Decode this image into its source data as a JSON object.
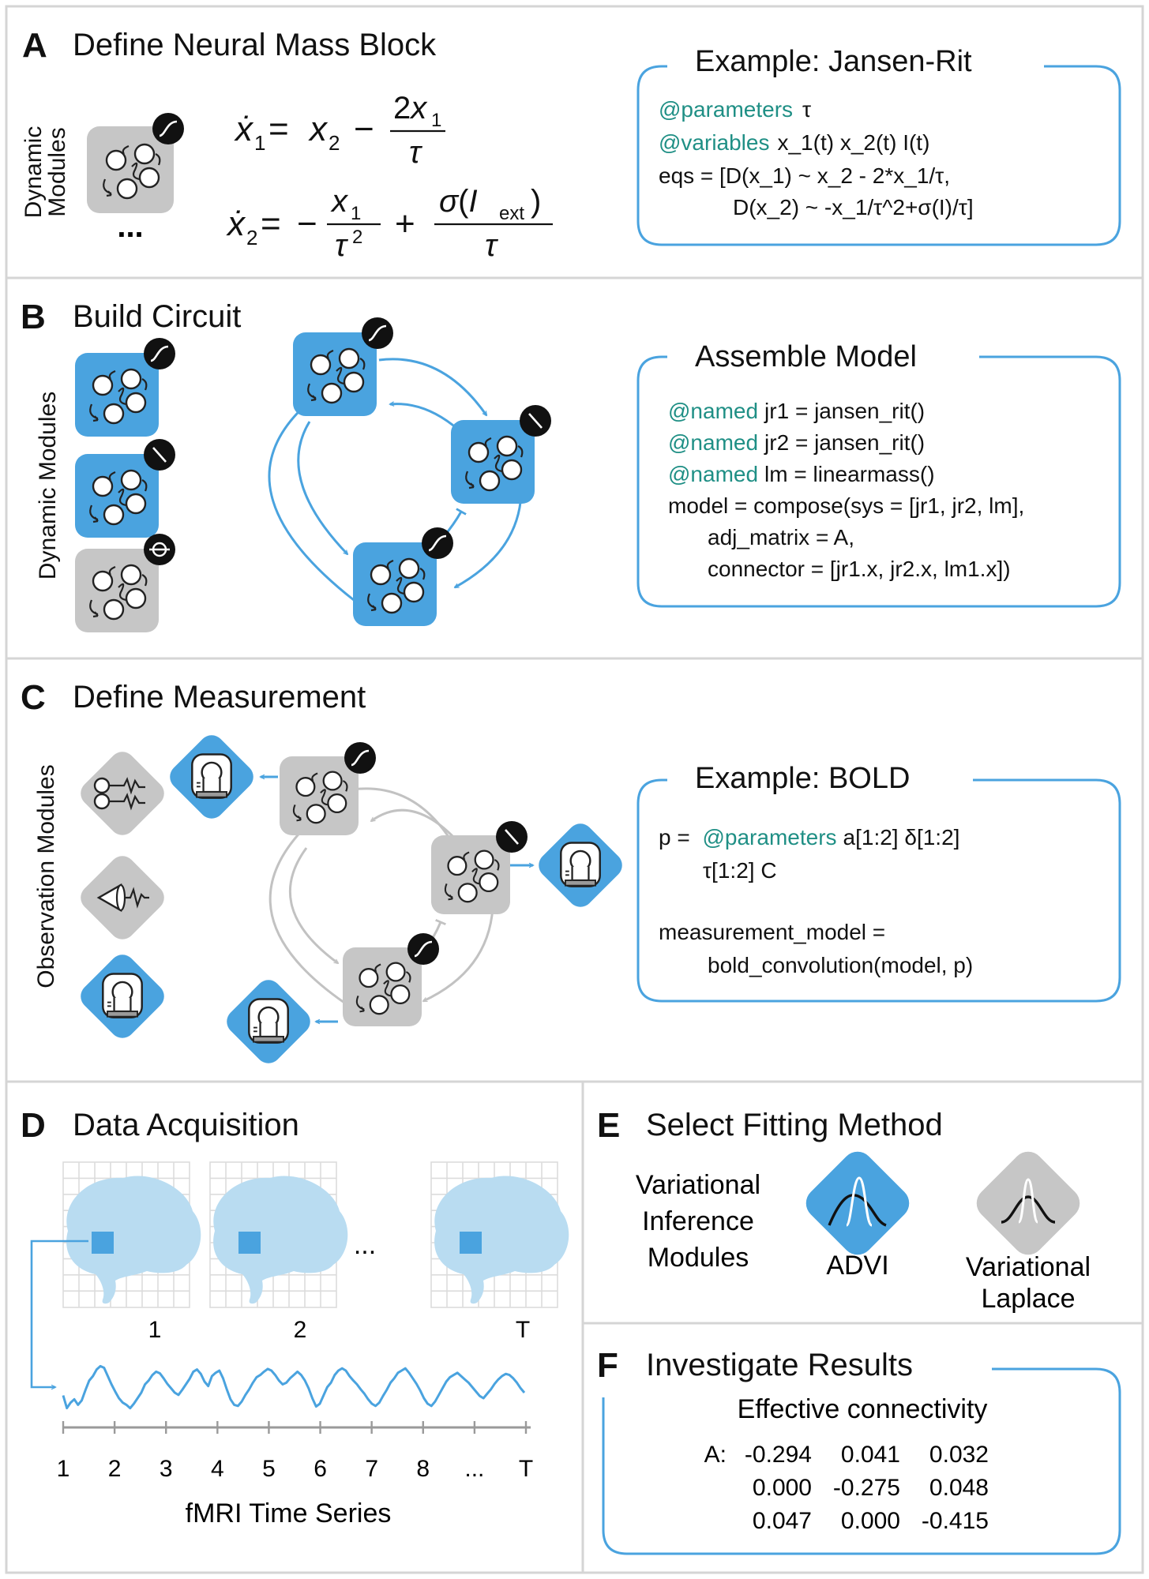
{
  "colors": {
    "blue": "#4aa3df",
    "gray": "#c6c6c6",
    "light_blue": "#b9dcf1",
    "border": "#d5d5d5",
    "teal": "#1f8f85"
  },
  "panel_a": {
    "letter": "A",
    "title": "Define Neural Mass Block",
    "side_label": "Dynamic Modules",
    "side_label_line1": "Dynamic",
    "side_label_line2": "Modules",
    "ellipsis": "...",
    "box_title": "Example: Jansen-Rit",
    "code": {
      "l1_kw": "@parameters",
      "l1_rest": "τ",
      "l2_kw": "@variables",
      "l2_rest": "x_1(t) x_2(t) I(t)",
      "l3": "eqs = [D(x_1) ~ x_2 - 2*x_1/τ,",
      "l4": "D(x_2) ~ -x_1/τ^2+σ(I)/τ]"
    }
  },
  "panel_b": {
    "letter": "B",
    "title": "Build Circuit",
    "side_label": "Dynamic Modules",
    "box_title": "Assemble Model",
    "code": {
      "l1_kw": "@named",
      "l1_rest": "jr1 = jansen_rit()",
      "l2_kw": "@named",
      "l2_rest": "jr2 = jansen_rit()",
      "l3_kw": "@named",
      "l3_rest": "lm = linearmass()",
      "l4": "model = compose(sys = [jr1, jr2, lm],",
      "l5": "adj_matrix = A,",
      "l6": "connector = [jr1.x, jr2.x, lm1.x])"
    }
  },
  "panel_c": {
    "letter": "C",
    "title": "Define Measurement",
    "side_label": "Observation Modules",
    "box_title": "Example: BOLD",
    "code": {
      "l1_pre": "p = ",
      "l1_kw": "@parameters",
      "l1_rest": "a[1:2] δ[1:2]",
      "l2": "τ[1:2] C",
      "l3": "measurement_model =",
      "l4": "bold_convolution(model, p)"
    }
  },
  "panel_d": {
    "letter": "D",
    "title": "Data Acquisition",
    "frame_labels": [
      "1",
      "2",
      "T"
    ],
    "frames_ellipsis": "...",
    "axis_ticks": [
      "1",
      "2",
      "3",
      "4",
      "5",
      "6",
      "7",
      "8",
      "...",
      "T"
    ],
    "axis_label": "fMRI Time Series",
    "series": [
      0.35,
      0.12,
      0.22,
      0.28,
      0.18,
      0.26,
      0.45,
      0.62,
      0.7,
      0.82,
      0.88,
      0.85,
      0.7,
      0.55,
      0.42,
      0.3,
      0.22,
      0.18,
      0.12,
      0.2,
      0.3,
      0.4,
      0.55,
      0.62,
      0.72,
      0.78,
      0.75,
      0.66,
      0.56,
      0.48,
      0.4,
      0.36,
      0.45,
      0.55,
      0.65,
      0.78,
      0.82,
      0.74,
      0.6,
      0.52,
      0.7,
      0.76,
      0.8,
      0.66,
      0.46,
      0.28,
      0.18,
      0.16,
      0.24,
      0.36,
      0.46,
      0.58,
      0.68,
      0.72,
      0.78,
      0.83,
      0.8,
      0.72,
      0.62,
      0.55,
      0.58,
      0.66,
      0.72,
      0.78,
      0.72,
      0.62,
      0.48,
      0.3,
      0.15,
      0.2,
      0.35,
      0.5,
      0.58,
      0.72,
      0.8,
      0.84,
      0.8,
      0.7,
      0.62,
      0.55,
      0.46,
      0.38,
      0.28,
      0.2,
      0.16,
      0.22,
      0.34,
      0.45,
      0.58,
      0.66,
      0.76,
      0.8,
      0.84,
      0.76,
      0.66,
      0.56,
      0.44,
      0.3,
      0.2,
      0.16,
      0.24,
      0.36,
      0.48,
      0.6,
      0.68,
      0.72,
      0.76,
      0.7,
      0.64,
      0.58,
      0.5,
      0.42,
      0.34,
      0.3,
      0.38,
      0.46,
      0.56,
      0.64,
      0.7,
      0.74,
      0.72,
      0.66,
      0.58,
      0.48,
      0.4
    ]
  },
  "panel_e": {
    "letter": "E",
    "title": "Select Fitting Method",
    "side_lines": [
      "Variational",
      "Inference",
      "Modules"
    ],
    "method1": "ADVI",
    "method2_lines": [
      "Variational",
      "Laplace"
    ]
  },
  "panel_f": {
    "letter": "F",
    "title": "Investigate Results",
    "subtitle": "Effective connectivity",
    "matrix_label": "A:",
    "matrix": [
      [
        "-0.294",
        "0.041",
        "0.032"
      ],
      [
        "0.000",
        "-0.275",
        "0.048"
      ],
      [
        "0.047",
        "0.000",
        "-0.415"
      ]
    ]
  }
}
